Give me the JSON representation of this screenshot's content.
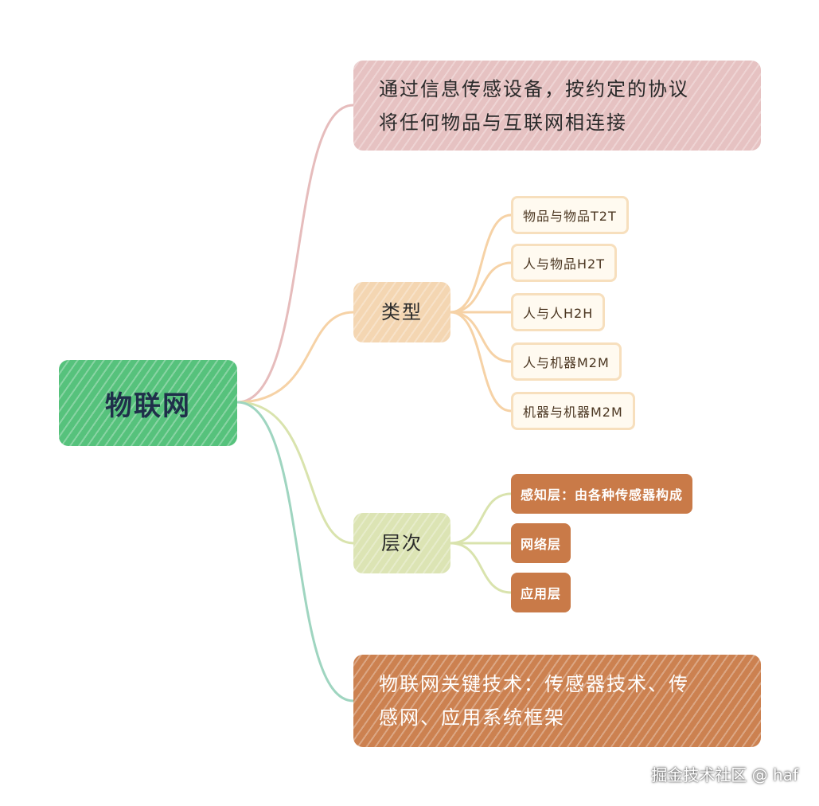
{
  "root": {
    "label": "物联网"
  },
  "branches": {
    "definition": {
      "lines": [
        "通过信息传感设备，按约定的协议",
        "将任何物品与互联网相连接"
      ]
    },
    "type": {
      "label": "类型",
      "items": [
        "物品与物品T2T",
        "人与物品H2T",
        "人与人H2H",
        "人与机器M2M",
        "机器与机器M2M"
      ]
    },
    "layer": {
      "label": "层次",
      "items": [
        "感知层：由各种传感器构成",
        "网络层",
        "应用层"
      ]
    },
    "tech": {
      "lines": [
        "物联网关键技术：传感器技术、传",
        "感网、应用系统框架"
      ]
    }
  },
  "colors": {
    "root": "#56c27c",
    "definition": "#e6c2c2",
    "type": "#f4d6b2",
    "layer": "#dce4b4",
    "tech": "#cc8150",
    "edge_definition": "#e6bcbc",
    "edge_type": "#f6d2a6",
    "edge_layer": "#d9e3ad",
    "edge_tech": "#9fd5c0"
  },
  "watermark": "掘金技术社区 @ haf"
}
